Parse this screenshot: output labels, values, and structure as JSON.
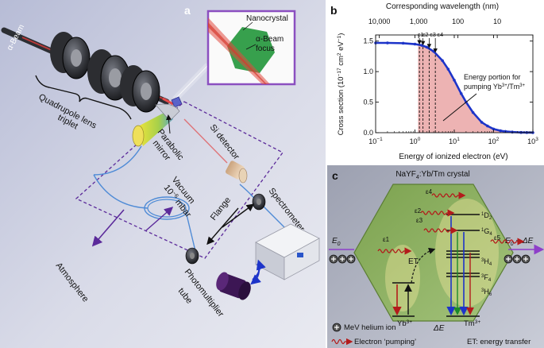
{
  "panel_a": {
    "letter": "a",
    "beam_label": "α-Beam",
    "lens_label_1": "Quadrupole lens",
    "lens_label_2": "triplet",
    "inset_nanocrystal": "Nanocrystal",
    "inset_focus_1": "α-Beam",
    "inset_focus_2": "focus",
    "parabolic_1": "Parabolic",
    "parabolic_2": "mirror",
    "si_detector": "Si detector",
    "vacuum_1": "Vacuum",
    "vacuum_2": "10",
    "vacuum_exp": "−6",
    "vacuum_unit": " mbar",
    "spectrometer": "Spectrometer",
    "flange": "Flange",
    "atmosphere": "Atmosphere",
    "pmt_1": "Photomultiplier",
    "pmt_2": "tube"
  },
  "panel_b": {
    "letter": "b",
    "top_axis_label": "Corresponding wavelength (nm)",
    "top_ticks": [
      "1,000",
      "100",
      "10"
    ],
    "top_first_tick": "10,000",
    "y_label": "Cross section (10",
    "y_label_exp": "−17",
    "y_label_unit": " cm",
    "y_label_end": " eV",
    "y_ticks": [
      "0.0",
      "0.5",
      "1.0",
      "1.5"
    ],
    "x_label": "Energy of ionized electron (eV)",
    "x_ticks": [
      {
        "base": "10",
        "exp": "−1"
      },
      {
        "base": "10",
        "exp": "0"
      },
      {
        "base": "10",
        "exp": "1"
      },
      {
        "base": "10",
        "exp": "2"
      },
      {
        "base": "10",
        "exp": "3"
      }
    ],
    "annotation_1": "Energy portion for",
    "annotation_2": "pumping Yb",
    "annotation_sup1": "3+",
    "annotation_mid": "/Tm",
    "annotation_sup2": "3+",
    "epsilon_labels": [
      "ε1",
      "ε2",
      "ε3",
      "ε4"
    ]
  },
  "panel_c": {
    "letter": "c",
    "crystal_label_pre": "NaYF",
    "crystal_sub": "4",
    "crystal_label_post": ":Yb/Tm crystal",
    "e0_left": "E",
    "e0_sub": "0",
    "e0_right": "E",
    "e0_right_sub": "0",
    "e0_right_tail": " − ΔE",
    "et_label": "ET",
    "yb_label": "Yb",
    "yb_sup": "3+",
    "tm_label": "Tm",
    "tm_sup": "3+",
    "delta_e": "ΔE",
    "levels": [
      "1D2",
      "1G4",
      "3H4",
      "3F4",
      "3H6"
    ],
    "eps": [
      "ε1",
      "ε2",
      "ε3",
      "ε4",
      "ε5"
    ],
    "legend_ion": "MeV helium ion",
    "legend_pump": "Electron ‘pumping’",
    "legend_et": "ET: energy transfer"
  },
  "chart_data": {
    "type": "line",
    "x_scale": "log",
    "xlim": [
      0.1,
      1000
    ],
    "ylim": [
      0,
      1.6
    ],
    "x": [
      0.1,
      0.2,
      0.5,
      1,
      1.5,
      2,
      3,
      5,
      7,
      10,
      15,
      20,
      30,
      50,
      70,
      100,
      150,
      200,
      300,
      500,
      700,
      1000
    ],
    "y": [
      1.47,
      1.47,
      1.465,
      1.45,
      1.43,
      1.4,
      1.33,
      1.18,
      1.04,
      0.86,
      0.64,
      0.5,
      0.33,
      0.17,
      0.11,
      0.06,
      0.032,
      0.02,
      0.01,
      0.004,
      0.002,
      0.001
    ],
    "shaded_from_x": 1.2,
    "marker_x": [
      1.3,
      1.6,
      2.3,
      3.3
    ],
    "grid": false
  }
}
